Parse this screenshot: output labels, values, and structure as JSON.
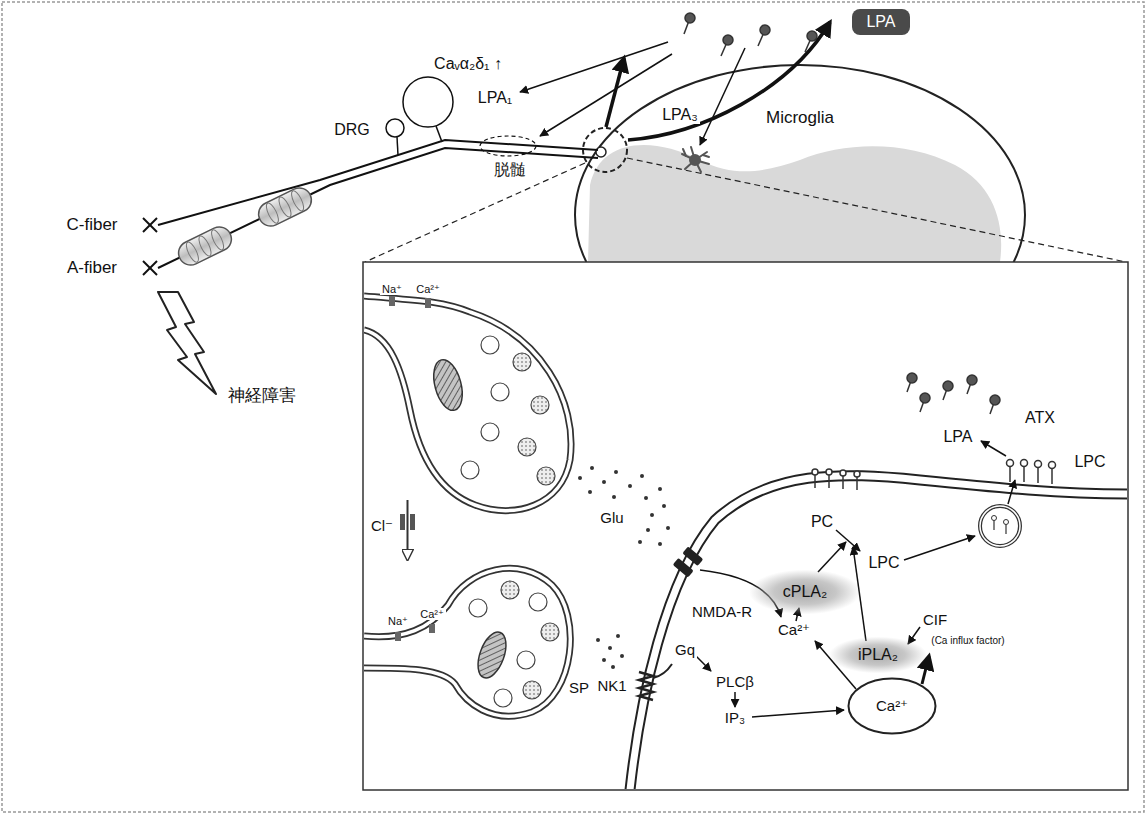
{
  "diagram": {
    "nodes": [
      {
        "text": [
          "LPA"
        ]
      },
      {
        "text": [
          "cPLA₂"
        ]
      },
      {
        "text": [
          "iPLA₂"
        ]
      },
      {
        "text": [
          "Ca²⁺"
        ]
      }
    ],
    "labels": [
      "Caᵥα₂δ₁ ↑",
      "LPA₁",
      "DRG",
      "脱髄",
      "LPA₃",
      "Microglia",
      "C-fiber",
      "A-fiber",
      "神経障害",
      "Na⁺",
      "Ca²⁺",
      "ATX",
      "LPA",
      "LPC",
      "Glu",
      "PC",
      "Cl⁻",
      "LPC",
      "NMDA-R",
      "Ca²⁺",
      "CIF",
      "(Ca influx factor)",
      "Na⁺",
      "Ca²⁺",
      "Gq",
      "PLCβ",
      "SP",
      "NK1",
      "IP₃"
    ]
  }
}
